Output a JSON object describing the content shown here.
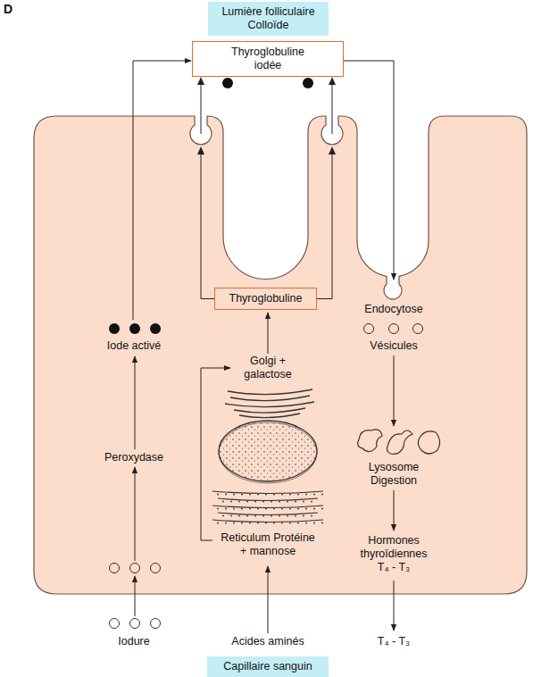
{
  "diagram": {
    "nodes": [
      {
        "text": [
          "Lumière folliculaire Colloïde"
        ]
      },
      {
        "text": [
          "Thyroglobuline iodée"
        ]
      },
      {
        "text": [
          "Thyroglobuline"
        ]
      },
      {
        "text": [
          "Capillaire sanguin"
        ]
      }
    ],
    "edges": [
      {
        "from": 2,
        "to": 1,
        "arrow": "to"
      }
    ],
    "labels": [
      "D",
      "Iode activé",
      "Peroxydase",
      "Iodure",
      "Golgi + galactose",
      "Reticulum Protéine + mannose",
      "Acides aminés",
      "Endocytose",
      "Vésicules",
      "Lysosome Digestion",
      "Hormones thyroïdiennes T₄ - T₃",
      "T₄ - T₃"
    ]
  }
}
